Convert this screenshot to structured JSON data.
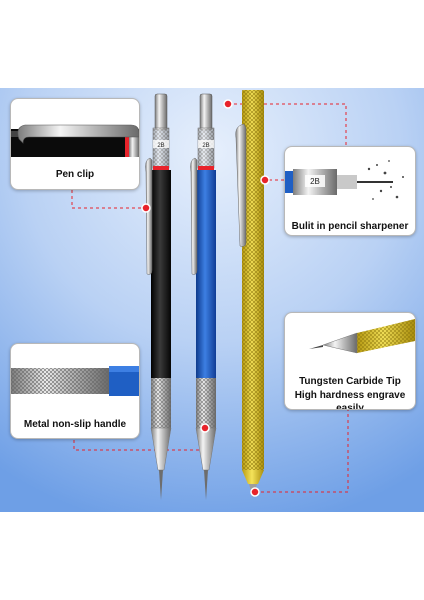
{
  "callouts": {
    "pen_clip": "Pen clip",
    "sharpener": "Bulit in pencil sharpener",
    "handle": "Metal non-slip handle",
    "tip_line1": "Tungsten Carbide Tip",
    "tip_line2": "High hardness engrave easily"
  },
  "pencils": {
    "black_grade": "2B",
    "blue_grade": "2B",
    "sharpener_grade": "2B"
  },
  "colors": {
    "background_top": "#c9dcf7",
    "background_bottom": "#6fa3ea",
    "black_barrel": "#111111",
    "blue_barrel": "#1f5fc4",
    "gold_barrel": "#e2c92c",
    "marker_red": "#e8232b",
    "caption_text": "#111111"
  },
  "icons": [
    "red-dot-marker",
    "dashed-leader-line"
  ]
}
